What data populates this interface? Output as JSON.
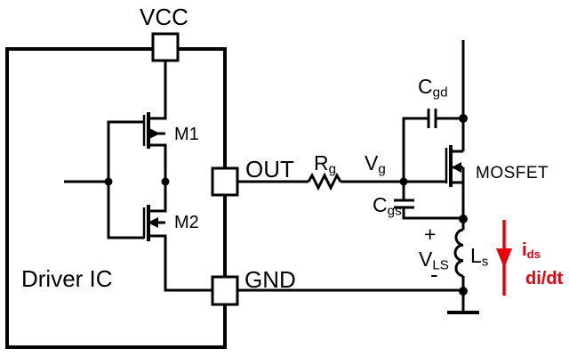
{
  "diagram_type": "gate-driver-mosfet-schematic",
  "colors": {
    "line": "#000000",
    "current_annotation": "#e8000b",
    "background": "#ffffff"
  },
  "driver_ic": {
    "label": "Driver IC",
    "pins": {
      "vcc": "VCC",
      "out": "OUT",
      "gnd": "GND"
    },
    "transistors": {
      "m1": "M1",
      "m2": "M2"
    }
  },
  "external_circuit": {
    "gate_resistor": {
      "base": "R",
      "sub": "g"
    },
    "gate_node": {
      "base": "V",
      "sub": "g"
    },
    "cap_gate_drain": {
      "base": "C",
      "sub": "gd"
    },
    "cap_gate_source": {
      "base": "C",
      "sub": "gs"
    },
    "mosfet": "MOSFET",
    "source_inductor": {
      "base": "L",
      "sub": "s"
    },
    "inductor_voltage": {
      "base": "V",
      "sub": "LS",
      "plus": "+",
      "minus": "-"
    },
    "drain_current": {
      "base": "i",
      "sub": "ds"
    },
    "slope": "di/dt"
  }
}
